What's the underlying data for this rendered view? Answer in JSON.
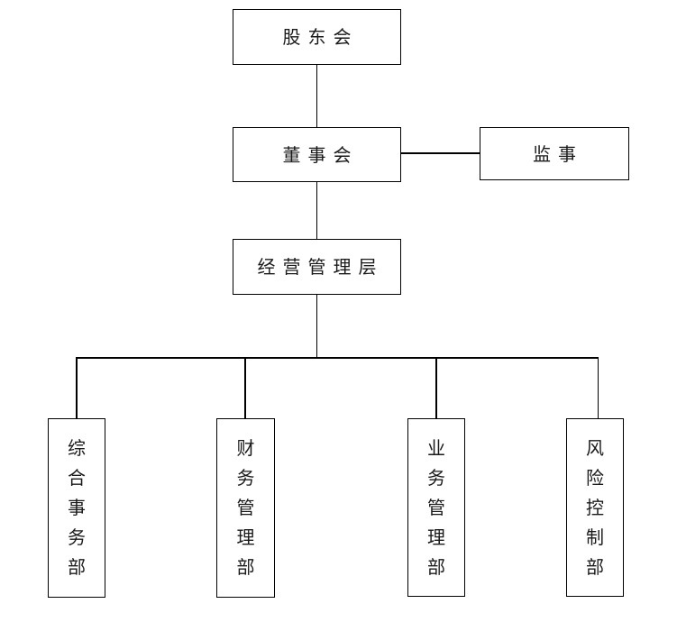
{
  "diagram": {
    "type": "org-chart",
    "nodes": {
      "shareholders": {
        "label": "股东会"
      },
      "board": {
        "label": "董事会"
      },
      "supervisor": {
        "label": "监事"
      },
      "management": {
        "label": "经营管理层"
      },
      "dept1": {
        "label": "综合事务部",
        "orientation": "vertical"
      },
      "dept2": {
        "label": "财务管理部",
        "orientation": "vertical"
      },
      "dept3": {
        "label": "业务管理部",
        "orientation": "vertical"
      },
      "dept4": {
        "label": "风险控制部",
        "orientation": "vertical"
      }
    },
    "edges": [
      {
        "from": "shareholders",
        "to": "board"
      },
      {
        "from": "board",
        "to": "supervisor",
        "style": "lateral"
      },
      {
        "from": "board",
        "to": "management"
      },
      {
        "from": "management",
        "to": "dept1"
      },
      {
        "from": "management",
        "to": "dept2"
      },
      {
        "from": "management",
        "to": "dept3"
      },
      {
        "from": "management",
        "to": "dept4"
      }
    ],
    "colors": {
      "background": "#ffffff",
      "line": "#000000",
      "text": "#1a1a1a"
    }
  }
}
